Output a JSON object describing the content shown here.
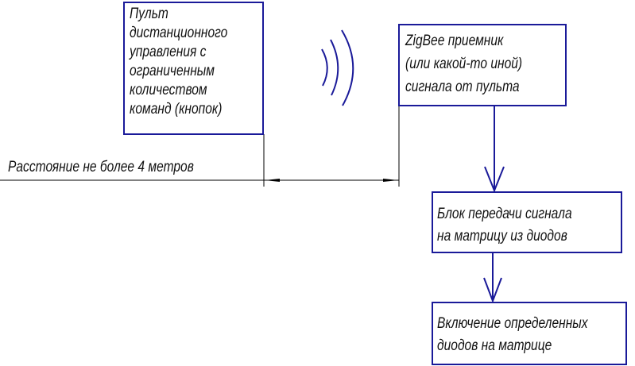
{
  "remote": {
    "lines": [
      "Пульт",
      "дистанционного",
      "управления с",
      "ограниченным",
      "количеством",
      "команд (кнопок)"
    ]
  },
  "receiver": {
    "lines": [
      "ZigBee приемник",
      "(или какой-то иной)",
      "сигнала от пульта"
    ]
  },
  "transmitter": {
    "lines": [
      "Блок передачи сигнала",
      "на матрицу из диодов"
    ]
  },
  "matrix": {
    "lines": [
      "Включение определенных",
      "диодов на матрице"
    ]
  },
  "distance": {
    "label": "Расстояние не более 4 метров"
  },
  "colors": {
    "box": "#1a1a99",
    "line": "#000000"
  }
}
